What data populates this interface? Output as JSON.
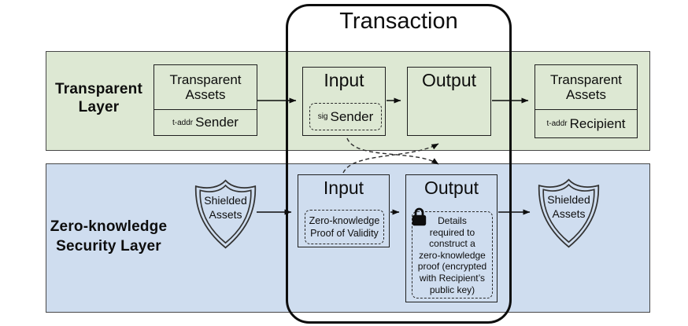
{
  "transaction": {
    "title": "Transaction"
  },
  "transparent_layer": {
    "label": "Transparent\nLayer",
    "assets_sender": {
      "title": "Transparent\nAssets",
      "addr_prefix": "t-addr",
      "addr_name": "Sender"
    },
    "input": {
      "title": "Input",
      "sig_prefix": "sig",
      "sig_name": "Sender"
    },
    "output": {
      "title": "Output"
    },
    "assets_recipient": {
      "title": "Transparent\nAssets",
      "addr_prefix": "t-addr",
      "addr_name": "Recipient"
    }
  },
  "zk_layer": {
    "label": "Zero-knowledge\nSecurity Layer",
    "shielded_source": {
      "label": "Shielded\nAssets"
    },
    "input": {
      "title": "Input",
      "note": "Zero-knowledge\nProof of Validity"
    },
    "output": {
      "title": "Output",
      "note": "Details\nrequired to\nconstruct a\nzero-knowledge\nproof (encrypted\nwith Recipient’s\npublic key)"
    },
    "shielded_destination": {
      "label": "Shielded\nAssets"
    }
  },
  "icons": {
    "shield": "double-outline-shield",
    "lock": "filled-padlock"
  },
  "colors": {
    "transparent_layer_bg": "#dde8d3",
    "zk_layer_bg": "#cfddef",
    "band_border": "#474747",
    "box_border": "#1f1f1f",
    "transaction_border": "#0d0d0d"
  }
}
